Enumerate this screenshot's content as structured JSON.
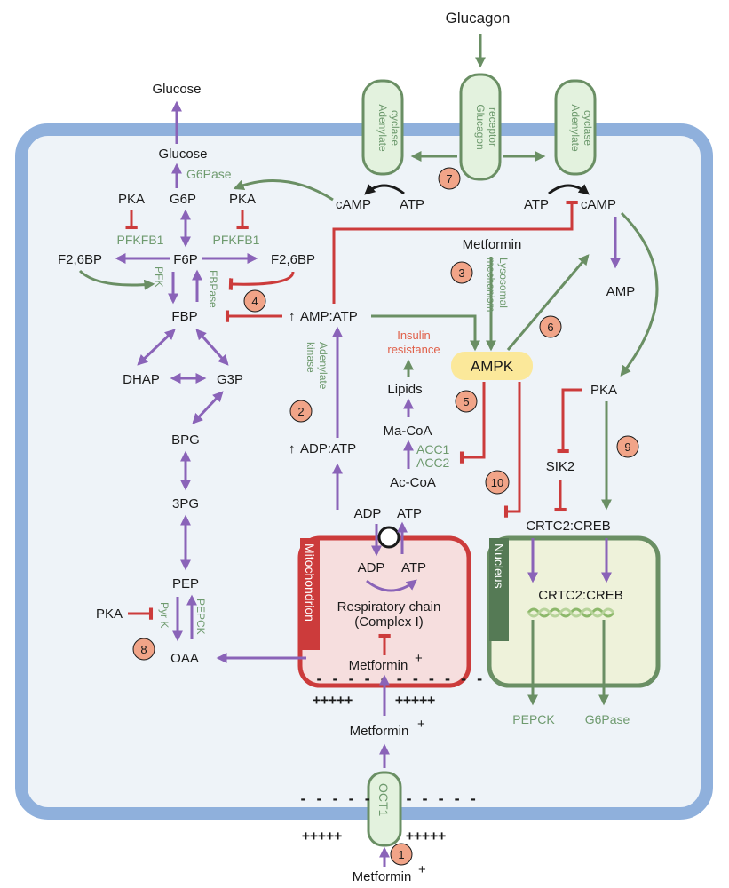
{
  "labels": {
    "glucagon": "Glucagon",
    "glucose_out": "Glucose",
    "glucose_in": "Glucose",
    "g6pase_top": "G6Pase",
    "g6p": "G6P",
    "pka_left": "PKA",
    "pka_mid": "PKA",
    "pfkfb1_left": "PFKFB1",
    "pfkfb1_right": "PFKFB1",
    "f26bp_left": "F2,6BP",
    "f6p": "F6P",
    "f26bp_right": "F2,6BP",
    "pfk": "PFK",
    "fbpase": "FBPase",
    "fbp": "FBP",
    "dhap": "DHAP",
    "g3p": "G3P",
    "bpg": "BPG",
    "pg3": "3PG",
    "pep": "PEP",
    "pka_low": "PKA",
    "pyrk": "Pyr K",
    "pepck_enz": "PEPCK",
    "oaa": "OAA",
    "adenylate_cyclase_left": "Adenylate cyclase",
    "glucagon_receptor": "Glucagon receptor",
    "adenylate_cyclase_right": "Adenylate cyclase",
    "camp_left": "cAMP",
    "atp_left": "ATP",
    "atp_right": "ATP",
    "camp_right": "cAMP",
    "amp": "AMP",
    "metformin_top": "Metformin",
    "lysosomal": "Lysosomal mechanism",
    "amp_atp": "AMP:ATP",
    "adenylate_kinase": "Adenylate kinase",
    "insulin_resistance": "Insulin resistance",
    "ampk": "AMPK",
    "lipids": "Lipids",
    "macoa": "Ma-CoA",
    "acc1": "ACC1",
    "acc2": "ACC2",
    "accoa": "Ac-CoA",
    "adp_atp": "ADP:ATP",
    "pka_right": "PKA",
    "sik2": "SIK2",
    "crtc2_creb_cyt": "CRTC2:CREB",
    "crtc2_creb_nuc": "CRTC2:CREB",
    "nucleus": "Nucleus",
    "adp_mem": "ADP",
    "atp_mem": "ATP",
    "mitochondrion": "Mitochondrion",
    "adp_mito": "ADP",
    "atp_mito": "ATP",
    "resp_chain_1": "Respiratory chain",
    "resp_chain_2": "(Complex I)",
    "metformin_mito": "Metformin",
    "metformin_cyt": "Metformin",
    "metformin_out": "Metformin",
    "oct1": "OCT1",
    "pepck_out": "PEPCK",
    "g6pase_out": "G6Pase",
    "up_arrow": "↑",
    "plus_signs": "+++++",
    "minus_signs": "- - - - -",
    "minus_signs_mito": "- - - - - - - - - - - -",
    "superscript_plus": "+"
  },
  "steps": [
    "1",
    "2",
    "3",
    "4",
    "5",
    "6",
    "7",
    "8",
    "9",
    "10"
  ],
  "colors": {
    "cell_border": "#8fb0dc",
    "cell_fill": "#eef3f8",
    "mito_border": "#cc3b3b",
    "mito_fill": "#f6dede",
    "nucleus_border": "#6a8f64",
    "nucleus_fill": "#eef2da",
    "receptor_fill": "#e3f2de",
    "ampk_fill": "#fbe89a",
    "badge_fill": "#f1a488",
    "purple": "#8a63b8",
    "green": "#6a8f64",
    "red": "#cc3b3b"
  }
}
